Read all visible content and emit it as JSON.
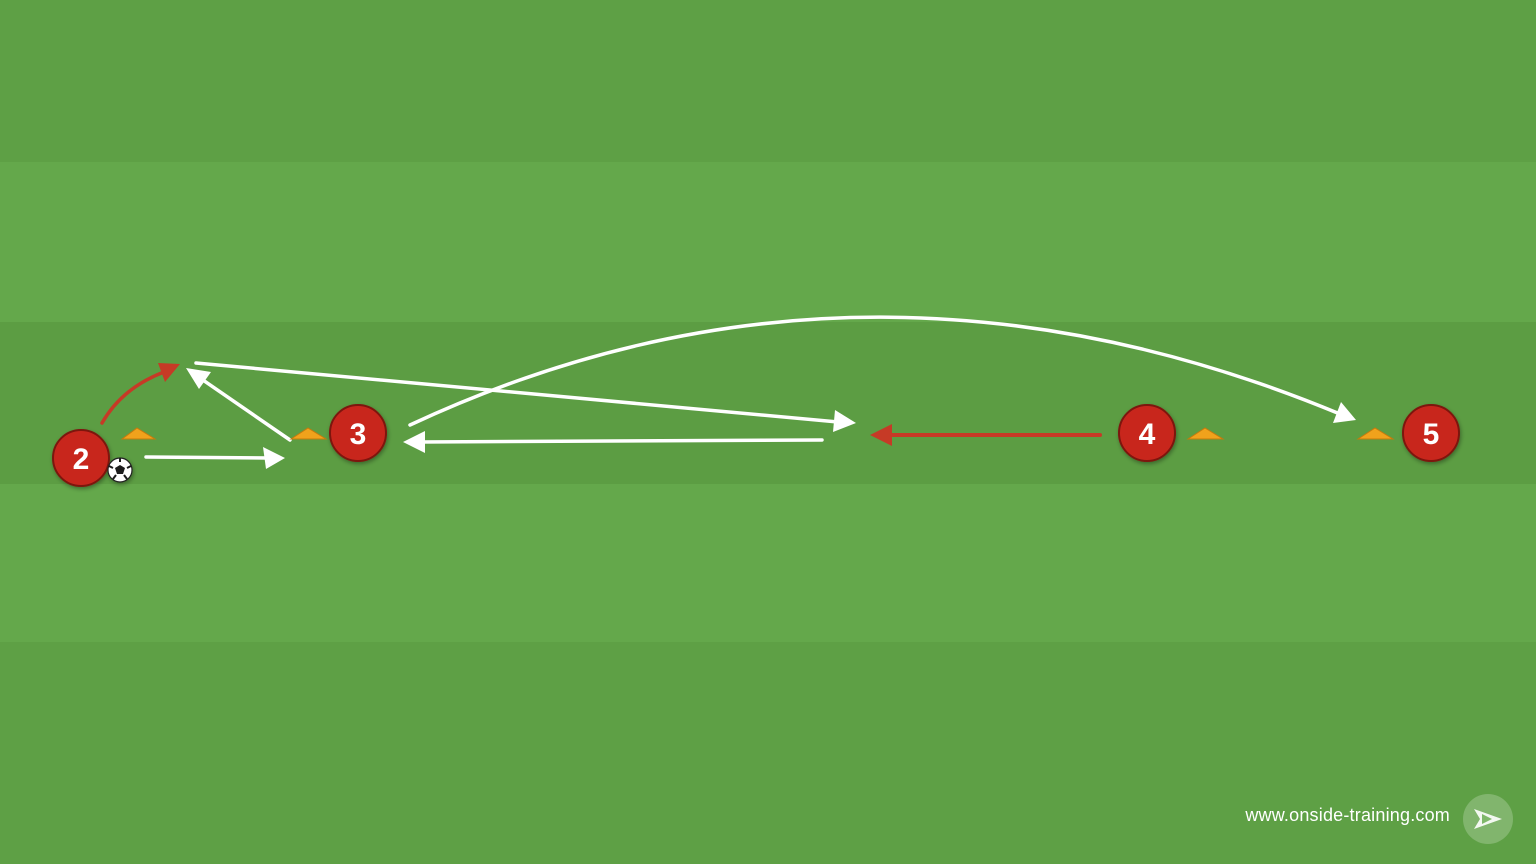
{
  "players": [
    {
      "id": "player-2",
      "label": "2"
    },
    {
      "id": "player-3",
      "label": "3"
    },
    {
      "id": "player-4",
      "label": "4"
    },
    {
      "id": "player-5",
      "label": "5"
    }
  ],
  "watermark": {
    "text": "www.onside-training.com"
  },
  "logo": {
    "icon": "onside-training-logo-icon"
  },
  "colors": {
    "pitch_light": "#65a74c",
    "pitch_dark": "#5c9d43",
    "player_fill": "#c8281e",
    "cone": "#f0a21c",
    "pass_arrow": "#ffffff",
    "run_arrow": "#c63a26"
  }
}
